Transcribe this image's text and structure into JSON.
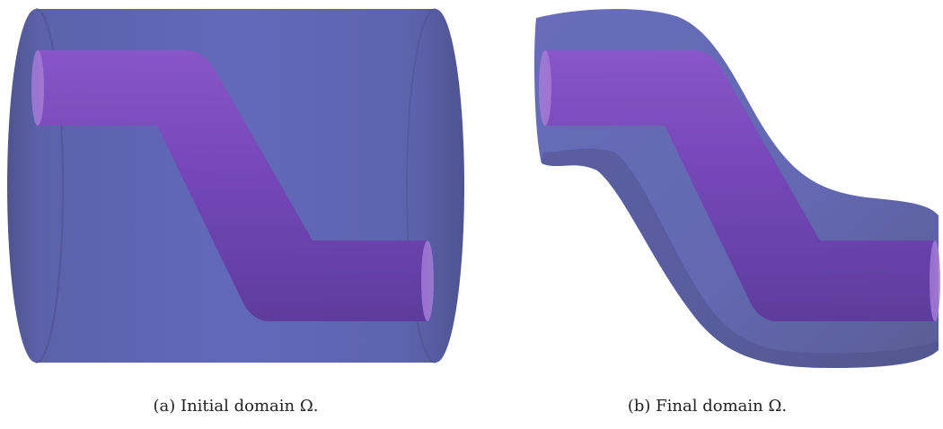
{
  "figure": {
    "panels": [
      {
        "id": "a",
        "caption": "(a) Initial domain Ω."
      },
      {
        "id": "b",
        "caption": "(b) Final domain Ω."
      }
    ],
    "colors": {
      "outer_domain": "#5f63b4",
      "inner_tube": "#7a47b6",
      "tube_end_cap": "#a57ad6"
    }
  }
}
